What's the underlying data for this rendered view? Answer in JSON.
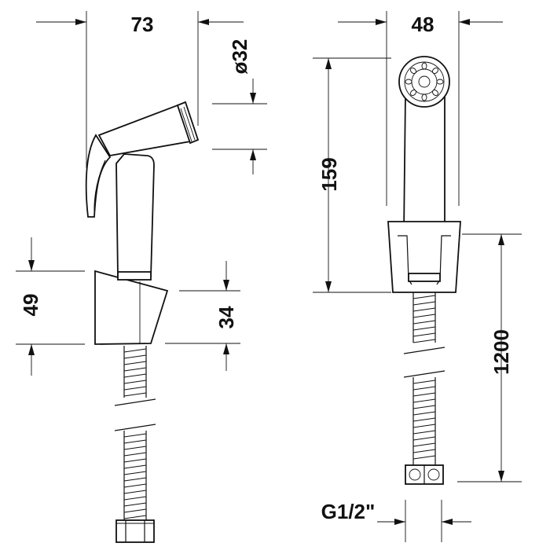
{
  "drawing": {
    "colors": {
      "line": "#111111",
      "background": "#ffffff"
    },
    "dimensions": {
      "handle_length": "73",
      "nozzle_diameter": "ø32",
      "holder_height": "49",
      "holder_depth": "34",
      "handle_width": "48",
      "handle_height": "159",
      "hose_length": "1200",
      "thread": "G1/2\""
    }
  }
}
